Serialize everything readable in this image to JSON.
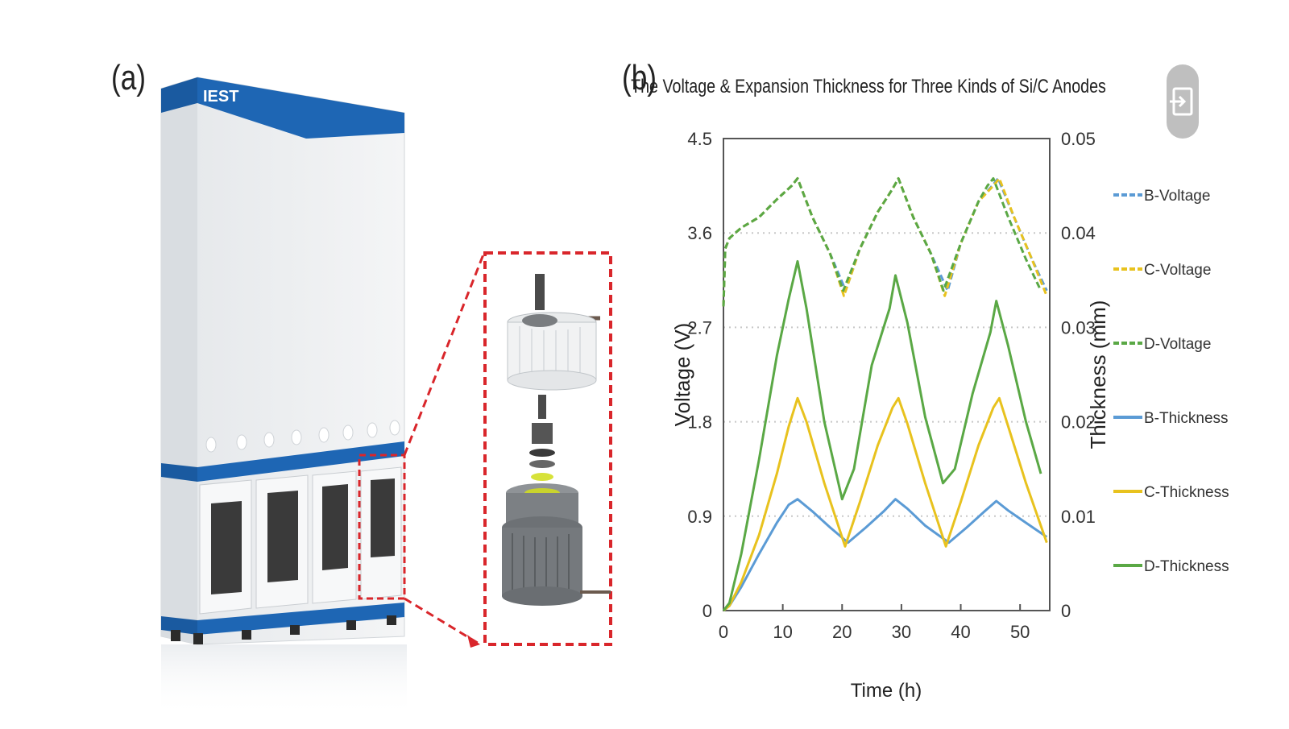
{
  "figure": {
    "panel_a_label": "(a)",
    "panel_b_label": "(b)",
    "brand_text": "IEST",
    "exit_icon": "exit-icon"
  },
  "colors": {
    "b_series": "#5b9bd5",
    "c_series": "#e8c21e",
    "d_series": "#5aa845",
    "machine_blue": "#1e66b4",
    "highlight_red": "#d9262b"
  },
  "chart_data": {
    "type": "line",
    "title": "The Voltage & Expansion Thickness for Three Kinds of Si/C Anodes",
    "xlabel": "Time (h)",
    "ylabel": "Voltage (V)",
    "y2label": "Thickness (mm)",
    "xlim": [
      0,
      55
    ],
    "ylim": [
      0,
      4.5
    ],
    "y2lim": [
      0,
      0.05
    ],
    "xticks": [
      "0",
      "10",
      "20",
      "30",
      "40",
      "50"
    ],
    "yticks": [
      "0",
      "0.9",
      "1.8",
      "2.7",
      "3.6",
      "4.5"
    ],
    "y2ticks": [
      "0",
      "0.01",
      "0.02",
      "0.03",
      "0.04",
      "0.05"
    ],
    "grid": "horizontal dotted",
    "legend_position": "right",
    "series": [
      {
        "name": "B-Voltage",
        "axis": "left",
        "style": "dashed",
        "color": "#5b9bd5",
        "x": [
          0,
          0.3,
          1,
          3,
          6,
          9,
          11.5,
          12.5,
          15,
          18,
          20.6,
          23,
          26,
          28.5,
          29.5,
          32,
          35,
          37.8,
          40,
          43,
          45.3,
          46.3,
          49,
          52,
          54.5
        ],
        "y": [
          2.9,
          3.45,
          3.55,
          3.65,
          3.75,
          3.92,
          4.05,
          4.12,
          3.75,
          3.4,
          3.05,
          3.45,
          3.8,
          4.02,
          4.12,
          3.75,
          3.4,
          3.05,
          3.5,
          3.9,
          4.05,
          4.12,
          3.75,
          3.35,
          3.05
        ]
      },
      {
        "name": "C-Voltage",
        "axis": "left",
        "style": "dashed",
        "color": "#e8c21e",
        "x": [
          0,
          0.3,
          1,
          3,
          6,
          9,
          11.5,
          12.5,
          15,
          18,
          20.3,
          23,
          26,
          28.5,
          29.5,
          32,
          35,
          37.3,
          40,
          43,
          45.5,
          46.5,
          49,
          52,
          54.5
        ],
        "y": [
          2.9,
          3.45,
          3.55,
          3.65,
          3.75,
          3.92,
          4.05,
          4.12,
          3.75,
          3.4,
          3.0,
          3.45,
          3.8,
          4.02,
          4.12,
          3.75,
          3.4,
          3.0,
          3.5,
          3.9,
          4.05,
          4.12,
          3.75,
          3.35,
          3.0
        ]
      },
      {
        "name": "D-Voltage",
        "axis": "left",
        "style": "dashed",
        "color": "#5aa845",
        "x": [
          0,
          0.3,
          1,
          3,
          6,
          9,
          11.5,
          12.5,
          15,
          18,
          20.2,
          23,
          26,
          28.5,
          29.5,
          32,
          35,
          37.1,
          40,
          43,
          44.5,
          45.5,
          48,
          51,
          53.5
        ],
        "y": [
          2.9,
          3.45,
          3.55,
          3.65,
          3.75,
          3.92,
          4.05,
          4.12,
          3.75,
          3.4,
          3.05,
          3.45,
          3.8,
          4.02,
          4.12,
          3.75,
          3.4,
          3.05,
          3.5,
          3.9,
          4.05,
          4.12,
          3.75,
          3.35,
          3.05
        ]
      },
      {
        "name": "B-Thickness",
        "axis": "right",
        "style": "solid",
        "color": "#5b9bd5",
        "x": [
          0,
          1,
          3,
          6,
          9,
          11,
          12.5,
          15,
          18,
          21,
          24,
          27,
          29,
          31,
          34,
          38,
          41,
          44,
          46,
          48,
          51,
          54.5
        ],
        "y": [
          0,
          0.0005,
          0.0025,
          0.006,
          0.0093,
          0.0112,
          0.0118,
          0.0105,
          0.0088,
          0.0072,
          0.0088,
          0.0105,
          0.0118,
          0.0108,
          0.009,
          0.0072,
          0.0088,
          0.0105,
          0.0116,
          0.0106,
          0.0093,
          0.0078
        ]
      },
      {
        "name": "C-Thickness",
        "axis": "right",
        "style": "solid",
        "color": "#e8c21e",
        "x": [
          0,
          1,
          3,
          6,
          9,
          11,
          12.5,
          14,
          17,
          20.5,
          23,
          26,
          28.5,
          29.5,
          31,
          34,
          37.5,
          40,
          43,
          45.5,
          46.5,
          48,
          51,
          54.5
        ],
        "y": [
          0,
          0.0005,
          0.003,
          0.008,
          0.0145,
          0.0195,
          0.0225,
          0.02,
          0.0135,
          0.0068,
          0.0115,
          0.0175,
          0.0215,
          0.0225,
          0.0198,
          0.0135,
          0.0068,
          0.0115,
          0.0175,
          0.0215,
          0.0225,
          0.0195,
          0.0135,
          0.0072
        ]
      },
      {
        "name": "D-Thickness",
        "axis": "right",
        "style": "solid",
        "color": "#5aa845",
        "x": [
          0,
          1,
          3,
          6,
          9,
          11,
          12.5,
          14,
          17,
          20,
          22,
          25,
          28,
          29,
          31,
          34,
          37,
          39,
          42,
          45,
          46,
          48,
          51,
          53.5
        ],
        "y": [
          0,
          0.0008,
          0.006,
          0.016,
          0.027,
          0.033,
          0.037,
          0.032,
          0.02,
          0.0118,
          0.015,
          0.026,
          0.032,
          0.0355,
          0.0305,
          0.0205,
          0.0135,
          0.015,
          0.023,
          0.0295,
          0.0328,
          0.028,
          0.02,
          0.0145
        ]
      }
    ]
  }
}
